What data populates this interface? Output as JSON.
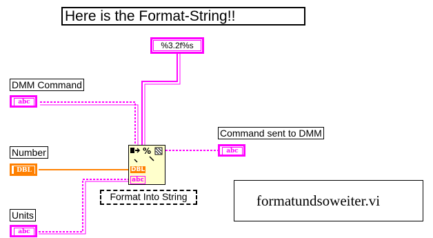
{
  "title": "Here is the Format-String!!",
  "format_string": "%3.2f%s",
  "controls": {
    "dmm_command": {
      "label": "DMM Command",
      "type": "abc"
    },
    "number": {
      "label": "Number",
      "type": "DBL"
    },
    "units": {
      "label": "Units",
      "type": "abc"
    }
  },
  "indicator": {
    "label": "Command sent to DMM",
    "type": "abc"
  },
  "function_node": {
    "label": "Format Into String",
    "symbol": "%",
    "ports": {
      "dbl": "DBL",
      "abc": "abc"
    }
  },
  "vi_name": "formatundsoweiter.vi",
  "colors": {
    "string_wire": "#ff00ff",
    "numeric_wire": "#ff8000",
    "node_fill": "#ffffcc"
  }
}
